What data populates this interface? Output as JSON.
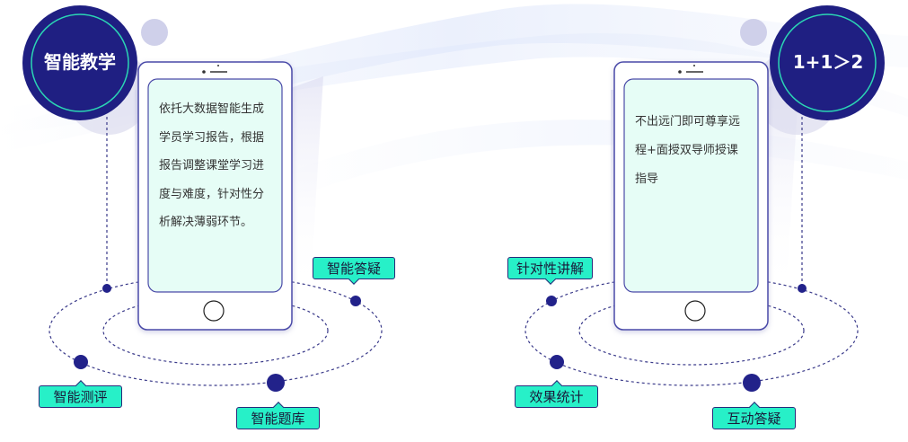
{
  "colors": {
    "navy": "#1f1f82",
    "card_fill": "#e6fdf6",
    "tag_fill": "#27f0c8",
    "ring": "#3a3a8a"
  },
  "left_panel": {
    "badge": "智能教学",
    "description": "依托大数据智能生成学员学习报告，根据报告调整课堂学习进度与难度，针对性分析解决薄弱环节。",
    "tags": [
      "智能答疑",
      "智能测评",
      "智能题库"
    ]
  },
  "right_panel": {
    "badge": "1+1＞2",
    "description": "不出远门即可尊享远程+面授双导师授课指导",
    "tags": [
      "针对性讲解",
      "效果统计",
      "互动答疑"
    ]
  },
  "icons": [
    "home-button-icon",
    "phone-speaker-icon"
  ]
}
